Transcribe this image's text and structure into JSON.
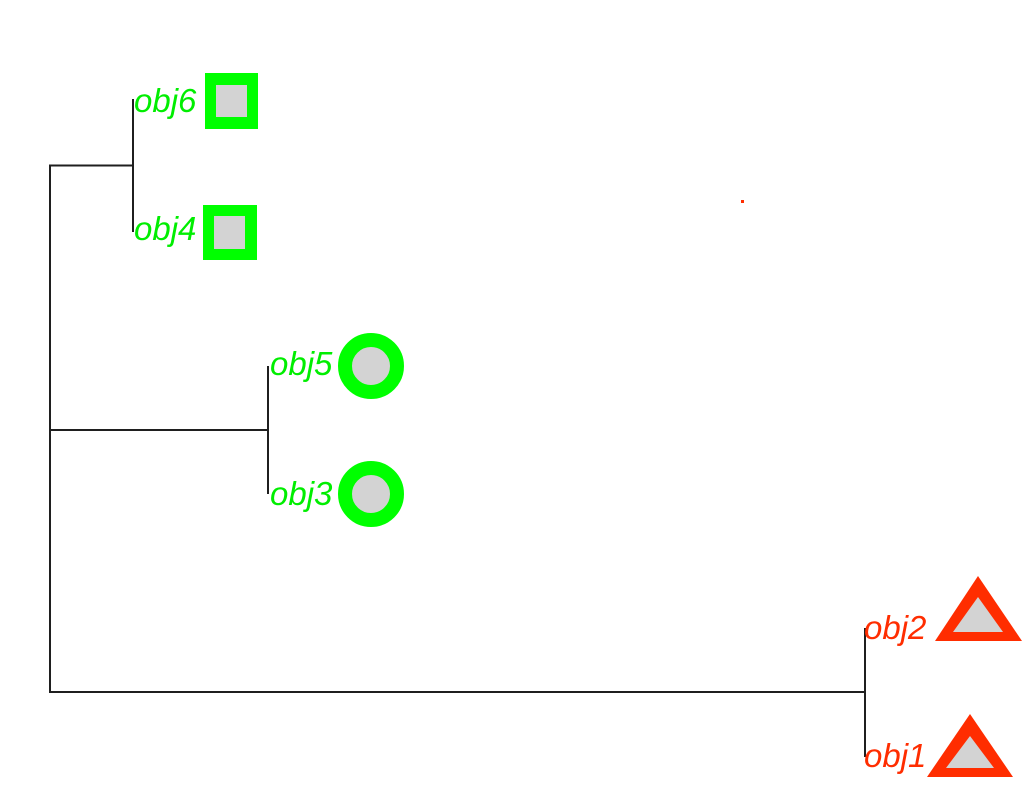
{
  "figure": {
    "kind": "dendrogram",
    "background": "#ffffff",
    "title": ""
  },
  "colors": {
    "background": "#ffffff",
    "branch": "#1f1f1f",
    "marker_fill": "#d3d3d3",
    "green_marker": "#00ff00",
    "green_label": "#00ee00",
    "red_marker": "#ff2d00",
    "red_label": "#ff2d00"
  },
  "leaves": [
    {
      "label": "obj6",
      "shape": "square",
      "group": "green"
    },
    {
      "label": "obj4",
      "shape": "square",
      "group": "green"
    },
    {
      "label": "obj5",
      "shape": "circle",
      "group": "green"
    },
    {
      "label": "obj3",
      "shape": "circle",
      "group": "green"
    },
    {
      "label": "obj2",
      "shape": "triangle",
      "group": "red"
    },
    {
      "label": "obj1",
      "shape": "triangle",
      "group": "red"
    }
  ],
  "tree": {
    "clusters": [
      {
        "members": [
          "obj6",
          "obj4"
        ],
        "group": "green"
      },
      {
        "members": [
          "obj5",
          "obj3"
        ],
        "group": "green"
      },
      {
        "members": [
          "obj2",
          "obj1"
        ],
        "group": "red"
      }
    ],
    "root_joins": [
      [
        "obj6",
        "obj4"
      ],
      [
        "obj5",
        "obj3"
      ],
      [
        "obj2",
        "obj1"
      ]
    ]
  },
  "artifacts": {
    "stray_dot": {
      "color": "#ff2d00"
    }
  }
}
